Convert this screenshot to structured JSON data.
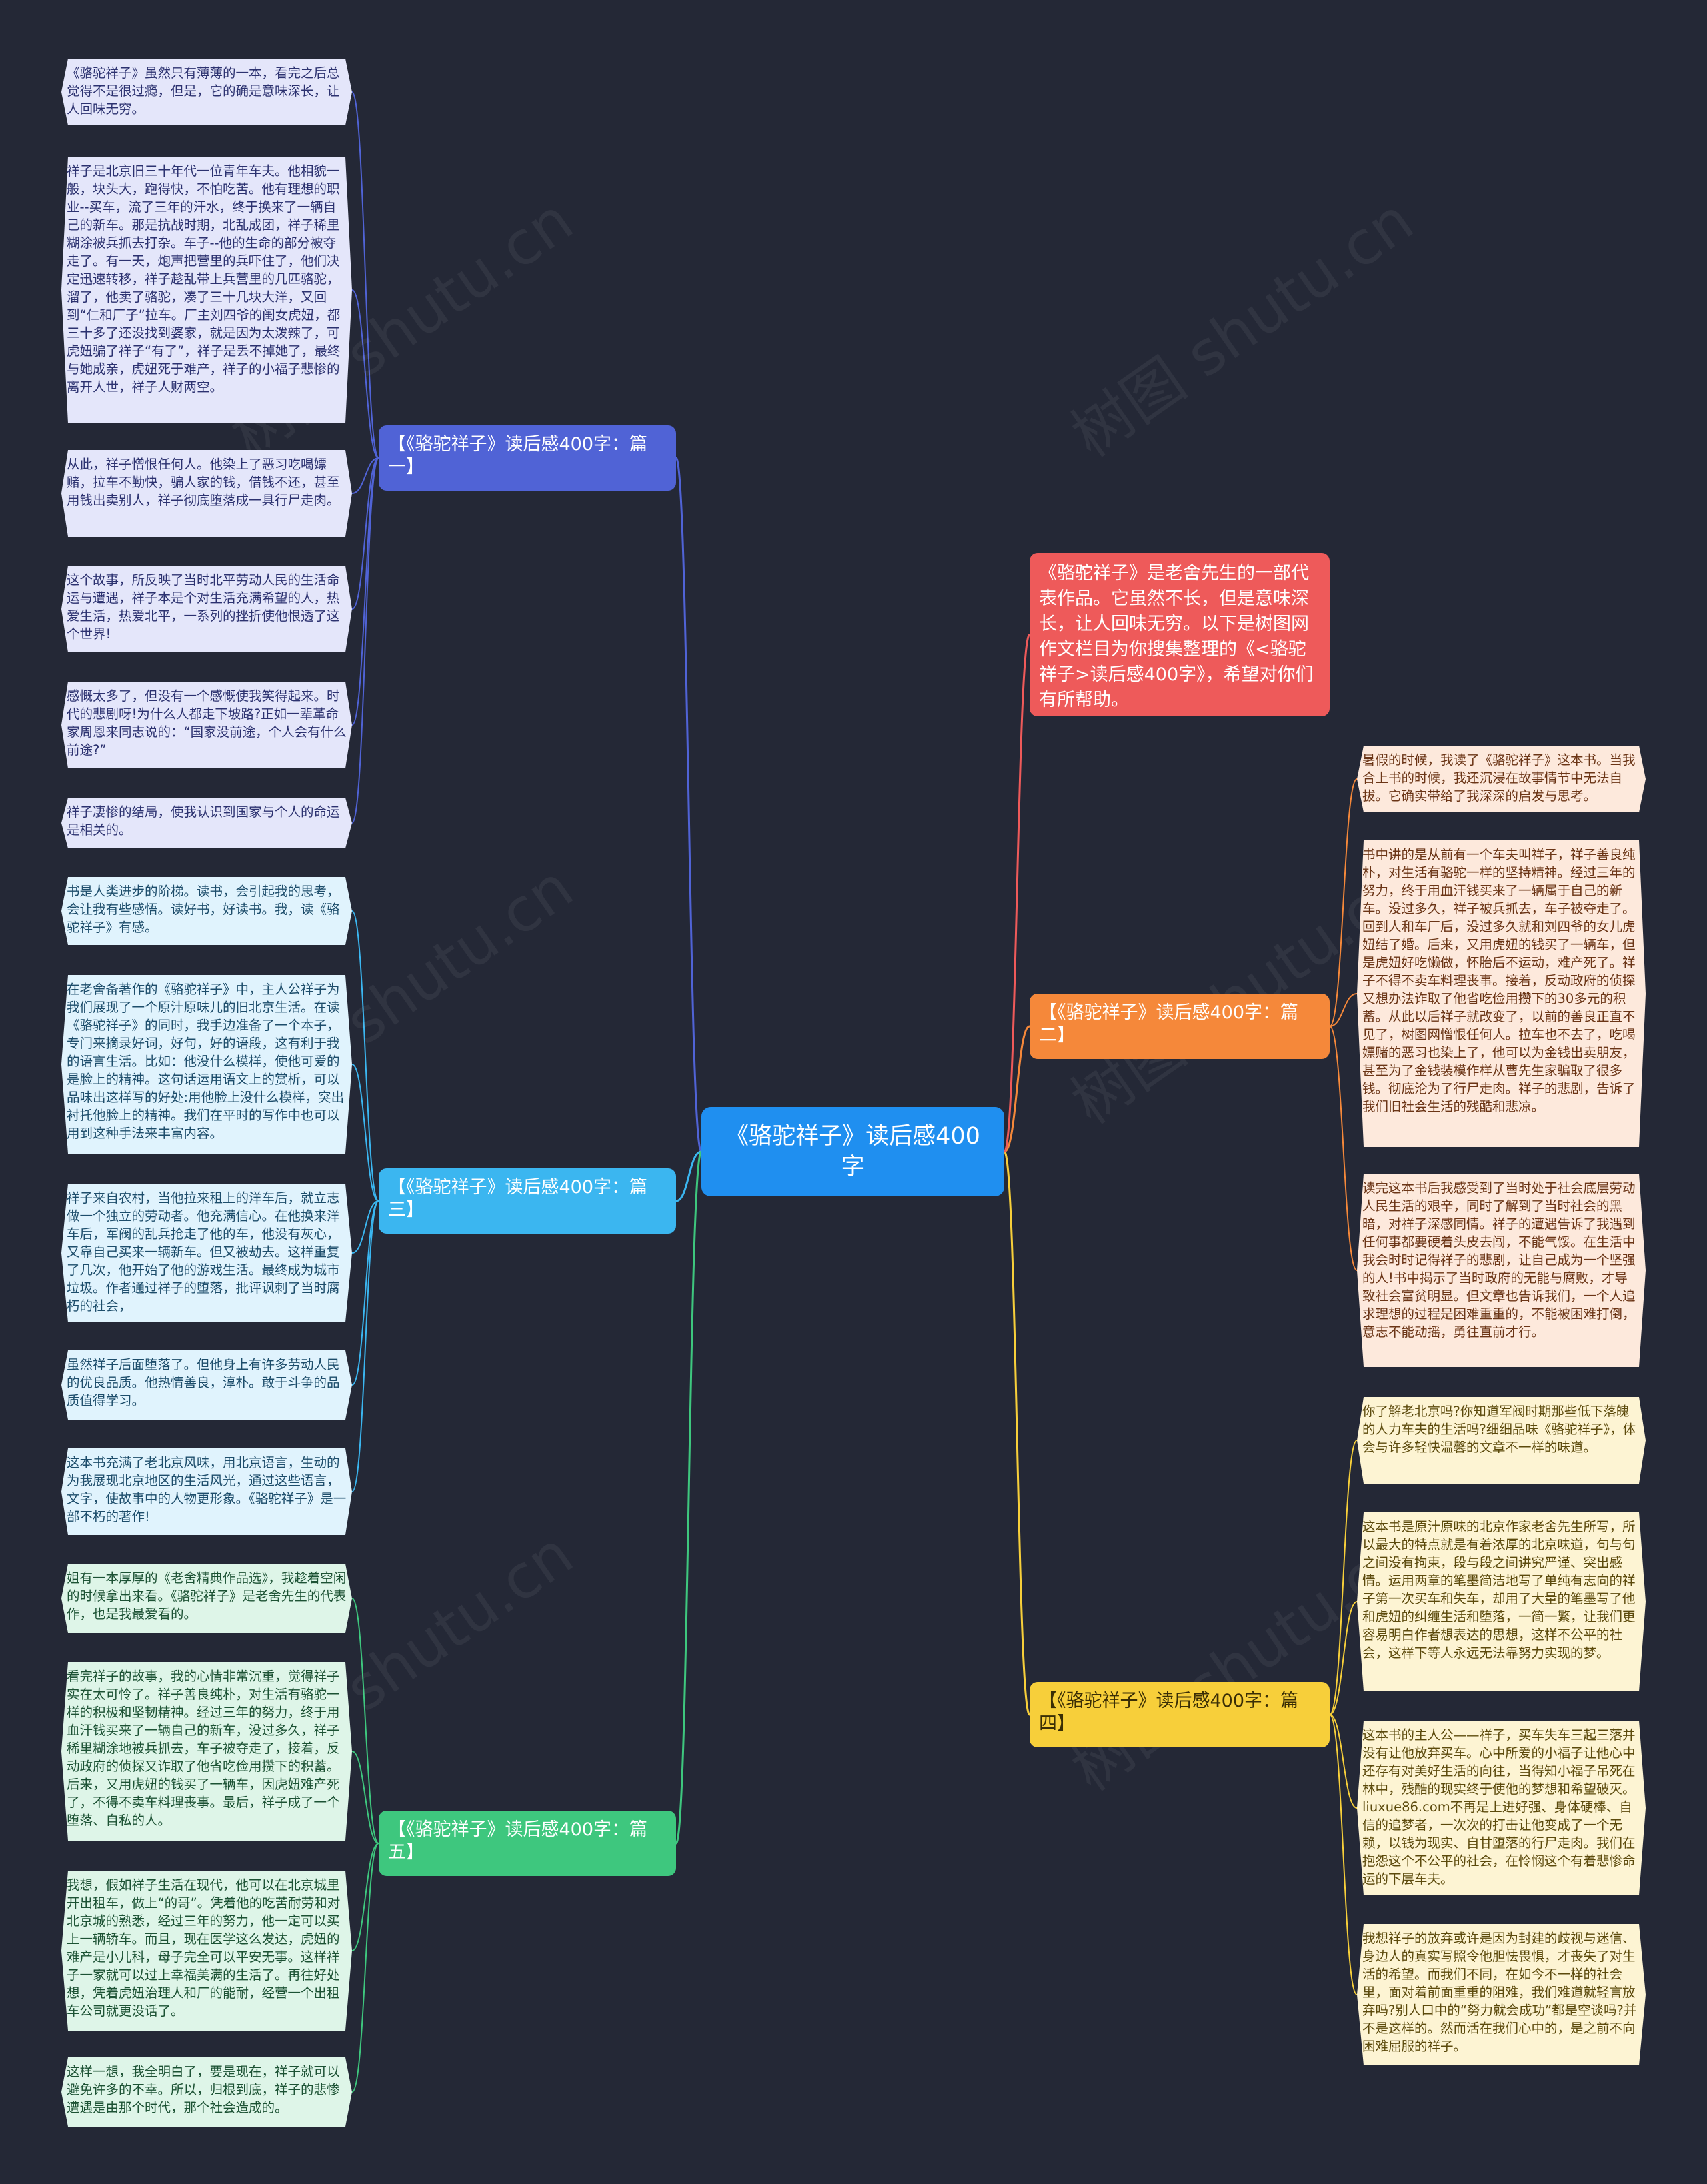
{
  "root": {
    "label": "《骆驼祥子》读后感400字"
  },
  "intro": {
    "text": "《骆驼祥子》是老舍先生的一部代表作品。它虽然不长，但是意味深长，让人回味无穷。以下是树图网作文栏目为你搜集整理的《<骆驼祥子>读后感400字》，希望对你们有所帮助。"
  },
  "branches": [
    {
      "label": "【《骆驼祥子》读后感400字：篇一】",
      "color": "#5063d6",
      "leaves": [
        "《骆驼祥子》虽然只有薄薄的一本，看完之后总觉得不是很过瘾，但是，它的确是意味深长，让人回味无穷。",
        "祥子是北京旧三十年代一位青年车夫。他相貌一般，块头大，跑得快，不怕吃苦。他有理想的职业--买车，流了三年的汗水，终于换来了一辆自己的新车。那是抗战时期，北乱成团，祥子稀里糊涂被兵抓去打杂。车子--他的生命的部分被夺走了。有一天，炮声把营里的兵吓住了，他们决定迅速转移，祥子趁乱带上兵营里的几匹骆驼，溜了，他卖了骆驼，凑了三十几块大洋，又回到“仁和厂子”拉车。厂主刘四爷的闺女虎妞，都三十多了还没找到婆家，就是因为太泼辣了，可虎妞骗了祥子“有了”，祥子是丢不掉她了，最终与她成亲，虎妞死于难产，祥子的小福子悲惨的离开人世，祥子人财两空。",
        "从此，祥子憎恨任何人。他染上了恶习吃喝嫖赌，拉车不勤快，骗人家的钱，借钱不还，甚至用钱出卖别人，祥子彻底堕落成一具行尸走肉。",
        "这个故事，所反映了当时北平劳动人民的生活命运与遭遇，祥子本是个对生活充满希望的人，热爱生活，热爱北平，一系列的挫折使他恨透了这个世界!",
        "感慨太多了，但没有一个感慨使我笑得起来。时代的悲剧呀!为什么人都走下坡路?正如一辈革命家周恩来同志说的：“国家没前途，个人会有什么前途?”",
        "祥子凄惨的结局，使我认识到国家与个人的命运是相关的。"
      ]
    },
    {
      "label": "【《骆驼祥子》读后感400字：篇三】",
      "color": "#3bb6f0",
      "leaves": [
        "书是人类进步的阶梯。读书，会引起我的思考，会让我有些感悟。读好书，好读书。我，读《骆驼祥子》有感。",
        "在老舍备著作的《骆驼祥子》中，主人公祥子为我们展现了一个原汁原味儿的旧北京生活。在读《骆驼祥子》的同时，我手边准备了一个本子，专门来摘录好词，好句，好的语段，这有利于我的语言生活。比如：他没什么模样，使他可爱的是脸上的精神。这句话运用语文上的赏析，可以品味出这样写的好处:用他脸上没什么模样，突出衬托他脸上的精神。我们在平时的写作中也可以用到这种手法来丰富内容。",
        "祥子来自农村，当他拉来租上的洋车后，就立志做一个独立的劳动者。他充满信心。在他换来洋车后，军阀的乱兵抢走了他的车，他没有灰心，又靠自己买来一辆新车。但又被劫去。这样重复了几次，他开始了他的游戏生活。最终成为城市垃圾。作者通过祥子的堕落，批评讽刺了当时腐朽的社会，",
        "虽然祥子后面堕落了。但他身上有许多劳动人民的优良品质。他热情善良，淳朴。敢于斗争的品质值得学习。",
        "这本书充满了老北京风味，用北京语言，生动的为我展现北京地区的生活风光，通过这些语言，文字，使故事中的人物更形象。《骆驼祥子》是一部不朽的著作!"
      ]
    },
    {
      "label": "【《骆驼祥子》读后感400字：篇五】",
      "color": "#3ec77e",
      "leaves": [
        "姐有一本厚厚的《老舍精典作品选》，我趁着空闲的时候拿出来看。《骆驼祥子》是老舍先生的代表作，也是我最爱看的。",
        "看完祥子的故事，我的心情非常沉重，觉得祥子实在太可怜了。祥子善良纯朴，对生活有骆驼一样的积极和坚韧精神。经过三年的努力，终于用血汗钱买来了一辆自己的新车，没过多久，祥子稀里糊涂地被兵抓去，车子被夺走了，接着，反动政府的侦探又诈取了他省吃俭用攒下的积蓄。后来，又用虎妞的钱买了一辆车，因虎妞难产死了，不得不卖车料理丧事。最后，祥子成了一个堕落、自私的人。",
        "我想，假如祥子生活在现代，他可以在北京城里开出租车，做上“的哥”。凭着他的吃苦耐劳和对北京城的熟悉，经过三年的努力，他一定可以买上一辆轿车。而且，现在医学这么发达，虎妞的难产是小儿科，母子完全可以平安无事。这样祥子一家就可以过上幸福美满的生活了。再往好处想，凭着虎妞治理人和厂的能耐，经营一个出租车公司就更没话了。",
        "这样一想，我全明白了，要是现在，祥子就可以避免许多的不幸。所以，归根到底，祥子的悲惨遭遇是由那个时代，那个社会造成的。"
      ]
    },
    {
      "label": "【《骆驼祥子》读后感400字：篇二】",
      "color": "#f5883a",
      "leaves": [
        "暑假的时候，我读了《骆驼祥子》这本书。当我合上书的时候，我还沉浸在故事情节中无法自拔。它确实带给了我深深的启发与思考。",
        "书中讲的是从前有一个车夫叫祥子，祥子善良纯朴，对生活有骆驼一样的坚持精神。经过三年的努力，终于用血汗钱买来了一辆属于自己的新车。没过多久，祥子被兵抓去，车子被夺走了。回到人和车厂后，没过多久就和刘四爷的女儿虎妞结了婚。后来，又用虎妞的钱买了一辆车，但是虎妞好吃懒做，怀胎后不运动，难产死了。祥子不得不卖车料理丧事。接着，反动政府的侦探又想办法诈取了他省吃俭用攒下的30多元的积蓄。从此以后祥子就改变了，以前的善良正直不见了，树图网憎恨任何人。拉车也不去了，吃喝嫖赌的恶习也染上了，他可以为金钱出卖朋友，甚至为了金钱装模作样从曹先生家骗取了很多钱。彻底沦为了行尸走肉。祥子的悲剧，告诉了我们旧社会生活的残酷和悲凉。",
        "读完这本书后我感受到了当时处于社会底层劳动人民生活的艰辛，同时了解到了当时社会的黑暗，对祥子深感同情。祥子的遭遇告诉了我遇到任何事都要硬着头皮去闯，不能气馁。在生活中我会时时记得祥子的悲剧，让自己成为一个坚强的人!书中揭示了当时政府的无能与腐败，才导致社会富贫明显。但文章也告诉我们，一个人追求理想的过程是困难重重的，不能被困难打倒，意志不能动摇，勇往直前才行。"
      ]
    },
    {
      "label": "【《骆驼祥子》读后感400字：篇四】",
      "color": "#f7cf3a",
      "leaves": [
        "你了解老北京吗?你知道军阀时期那些低下落魄的人力车夫的生活吗?细细品味《骆驼祥子》，体会与许多轻快温馨的文章不一样的味道。",
        "这本书是原汁原味的北京作家老舍先生所写，所以最大的特点就是有着浓厚的北京味道，句与句之间没有拘束，段与段之间讲究严谨、突出感情。运用两章的笔墨简洁地写了单纯有志向的祥子第一次买车和失车，却用了大量的笔墨写了他和虎妞的纠缠生活和堕落，一简一繁，让我们更容易明白作者想表达的思想，这样不公平的社会，这样下等人永远无法靠努力实现的梦。",
        "这本书的主人公——祥子，买车失车三起三落并没有让他放弃买车。心中所爱的小福子让他心中还存有对美好生活的向往，当得知小福子吊死在林中，残酷的现实终于使他的梦想和希望破灭。liuxue86.com不再是上进好强、身体硬棒、自信的追梦者，一次次的打击让他变成了一个无赖，以钱为现实、自甘堕落的行尸走肉。我们在抱怨这个不公平的社会，在怜悯这个有着悲惨命运的下层车夫。",
        "我想祥子的放弃或许是因为封建的歧视与迷信、身边人的真实写照令他胆怯畏惧，才丧失了对生活的希望。而我们不同，在如今不一样的社会里，面对着前面重重的阻难，我们难道就轻言放弃吗?别人口中的“努力就会成功”都是空谈吗?并不是这样的。然而活在我们心中的，是之前不向困难屈服的祥子。"
      ]
    }
  ],
  "watermark": "树图 shutu.cn"
}
